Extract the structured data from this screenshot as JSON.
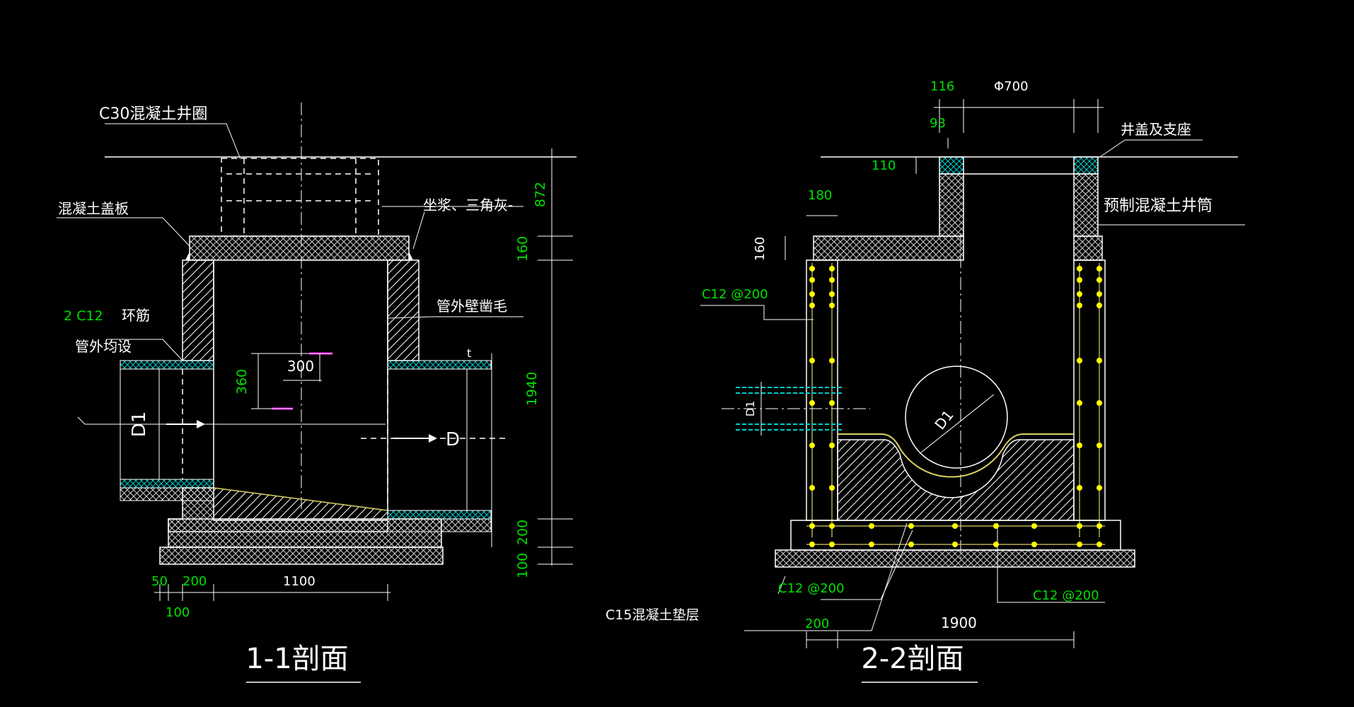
{
  "section_1": {
    "title": "1-1剖面",
    "labels": {
      "ring": "C30混凝土井圈",
      "cover": "混凝土盖板",
      "mortar": "坐浆、三角灰-",
      "rebar_count": "2 C12",
      "hoop": "环筋",
      "pipe_outer": "管外均设",
      "roughen": "管外壁凿毛",
      "pipe_in": "D1",
      "pipe_out": "D"
    },
    "dims": {
      "d872": "872",
      "d160": "160",
      "d1940": "1940",
      "d200": "200",
      "d100": "100",
      "d360": "360",
      "d300": "300",
      "b50": "50",
      "b200": "200",
      "b1100": "1100",
      "b100": "100",
      "t": "t"
    }
  },
  "section_2": {
    "title": "2-2剖面",
    "labels": {
      "cover_seat": "井盖及支座",
      "shaft": "预制混凝土井筒",
      "rebar_wall": "C12 @200",
      "rebar_base_1": "C12 @200",
      "rebar_base_2": "C12 @200",
      "cushion": "C15混凝土垫层",
      "pipe": "D1",
      "pipe_side": "D1"
    },
    "dims": {
      "d116": "116",
      "d700": "Φ700",
      "d93": "93",
      "d110": "110",
      "d180": "180",
      "d160": "160",
      "b200": "200",
      "b1900": "1900"
    }
  },
  "colors": {
    "background": "#000000",
    "line": "#ffffff",
    "dimension_text": "#00e000",
    "rebar": "#ffff00",
    "pipe_band": "#00cccc",
    "marker": "#ff00ff"
  }
}
